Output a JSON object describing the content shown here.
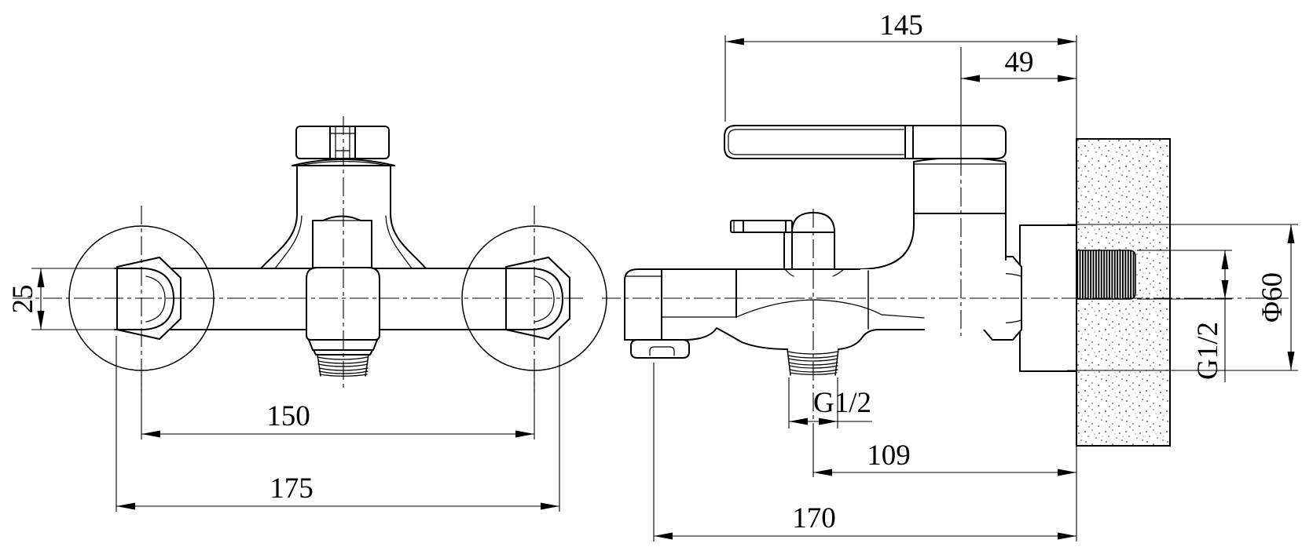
{
  "page": {
    "background": "#ffffff",
    "line_color": "#000000"
  },
  "views": {
    "front": {
      "dimensions": {
        "pipe_diameter": "25",
        "inlet_spacing": "150",
        "overall_width": "175"
      }
    },
    "side": {
      "dimensions": {
        "handle_to_wall": "145",
        "center_to_wall": "49",
        "outlet_thread": "G1/2",
        "outlet_to_wall": "109",
        "overall_depth": "170",
        "flange_diameter": "Φ60",
        "wall_thread": "G1/2"
      }
    }
  }
}
